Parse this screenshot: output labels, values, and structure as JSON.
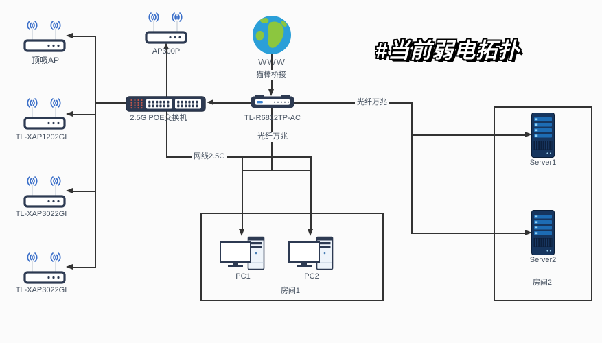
{
  "title": "#当前弱电拓扑",
  "internet": {
    "label": "WWW",
    "connection": "猫棒桥接"
  },
  "devices": {
    "ap300p": {
      "label": "AP300P"
    },
    "left_aps": [
      {
        "label": "顶吸AP"
      },
      {
        "label": "TL-XAP1202GI"
      },
      {
        "label": "TL-XAP3022GI"
      },
      {
        "label": "TL-XAP3022GI"
      }
    ],
    "switch": {
      "label": "2.5G POE交换机"
    },
    "router": {
      "label": "TL-R6812TP-AC"
    }
  },
  "links": {
    "fiber_right": "光纤万兆",
    "fiber_down": "光纤万兆",
    "ethernet": "网线2.5G"
  },
  "rooms": [
    {
      "label": "房间1",
      "devices": [
        {
          "label": "PC1"
        },
        {
          "label": "PC2"
        }
      ]
    },
    {
      "label": "房间2",
      "devices": [
        {
          "label": "Server1"
        },
        {
          "label": "Server2"
        }
      ]
    }
  ],
  "colors": {
    "background": "#fbfbfb",
    "line": "#333333",
    "device_navy": "#2d3a52",
    "antenna_blue": "#3b6fc9",
    "port_orange": "#c7584a",
    "globe_ocean": "#2b9fd8",
    "globe_land": "#8cc63f",
    "server_stripe": "#1d6cb4",
    "label_text": "#45505f",
    "title_fill": "#ffffff",
    "title_outline": "#000000"
  }
}
